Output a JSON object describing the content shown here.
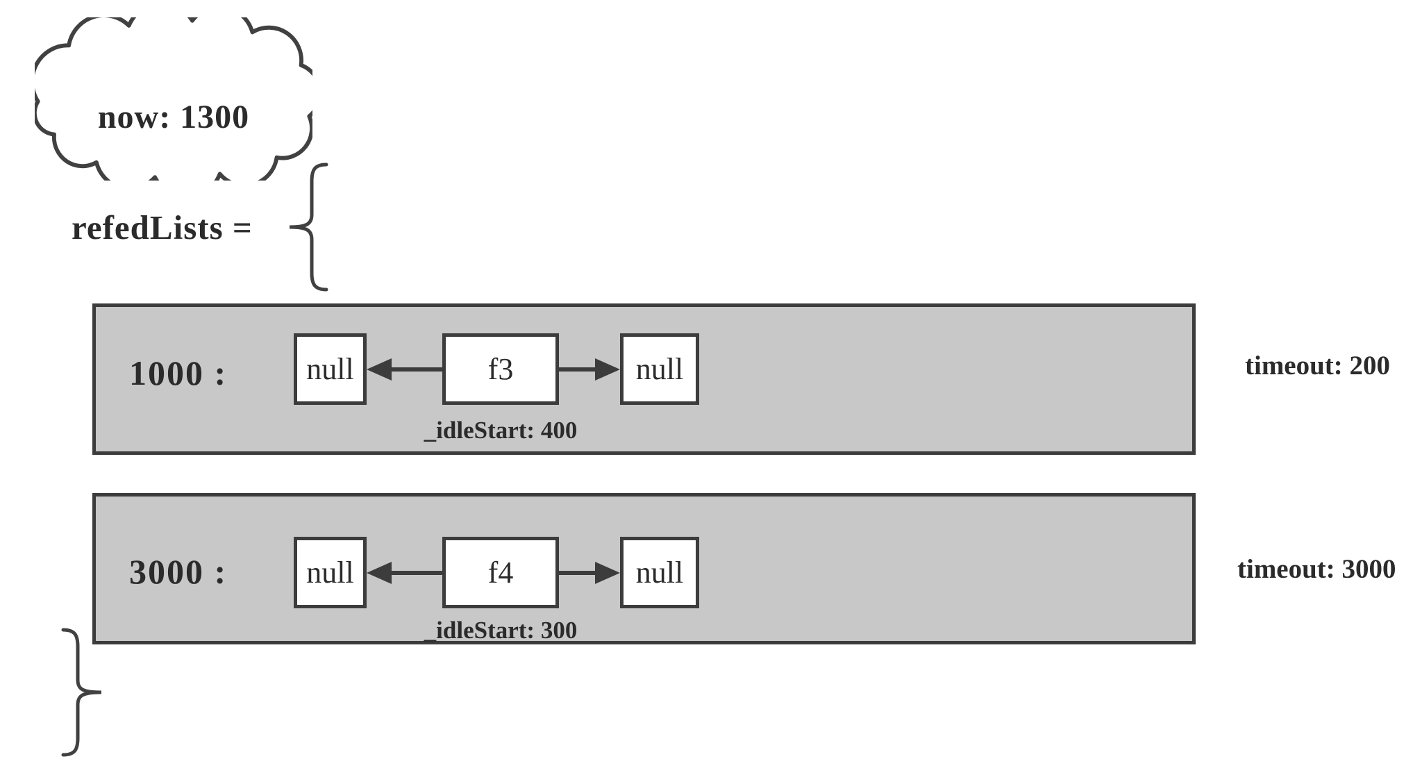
{
  "colors": {
    "background": "#ffffff",
    "list_fill": "#c8c8c8",
    "node_fill": "#ffffff",
    "stroke": "#3c3c3c",
    "text": "#2b2b2b"
  },
  "cloud": {
    "label": "now: 1300"
  },
  "variable": {
    "label": "refedLists ="
  },
  "lists": [
    {
      "key": "1000 :",
      "nodes": [
        "null",
        "f3",
        "null"
      ],
      "idle_start": "_idleStart: 400",
      "timeout": "timeout: 200"
    },
    {
      "key": "3000 :",
      "nodes": [
        "null",
        "f4",
        "null"
      ],
      "idle_start": "_idleStart: 300",
      "timeout": "timeout: 3000"
    }
  ]
}
